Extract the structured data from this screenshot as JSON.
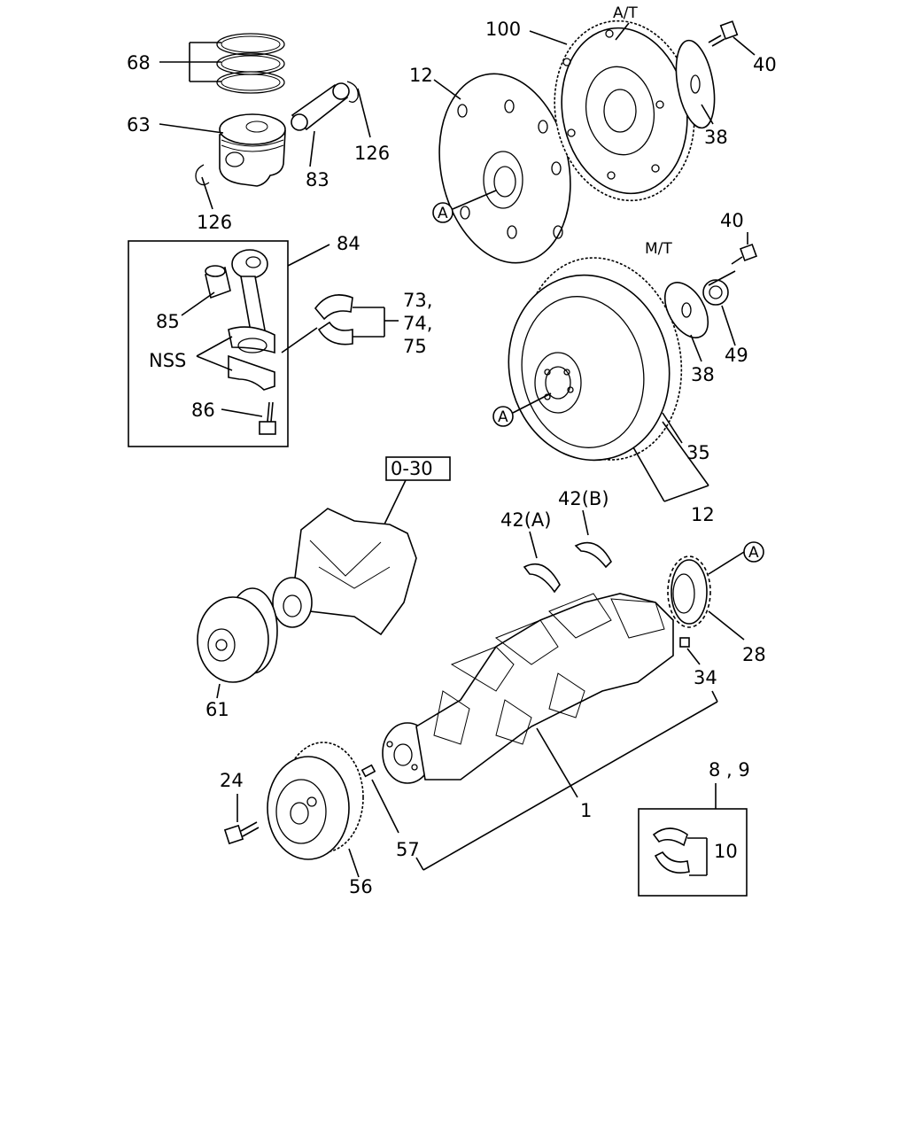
{
  "labels": {
    "l68": "68",
    "l63": "63",
    "l83": "83",
    "l126a": "126",
    "l126b": "126",
    "l12a": "12",
    "l100": "100",
    "l_at": "A/T",
    "l40a": "40",
    "l38a": "38",
    "l84": "84",
    "l85": "85",
    "l73": "73,",
    "l74": "74,",
    "l75": "75",
    "l_nss": "NSS",
    "l86": "86",
    "l40b": "40",
    "l_mt": "M/T",
    "l49": "49",
    "l38b": "38",
    "l35": "35",
    "l12b": "12",
    "l_ref": "0-30",
    "l42a": "42(A)",
    "l42b": "42(B)",
    "l28": "28",
    "l34": "34",
    "l61": "61",
    "l1": "1",
    "l24": "24",
    "l57": "57",
    "l56": "56",
    "l89": "8 , 9",
    "l10": "10",
    "callout_a1": "A",
    "callout_a2": "A",
    "callout_a3": "A"
  }
}
